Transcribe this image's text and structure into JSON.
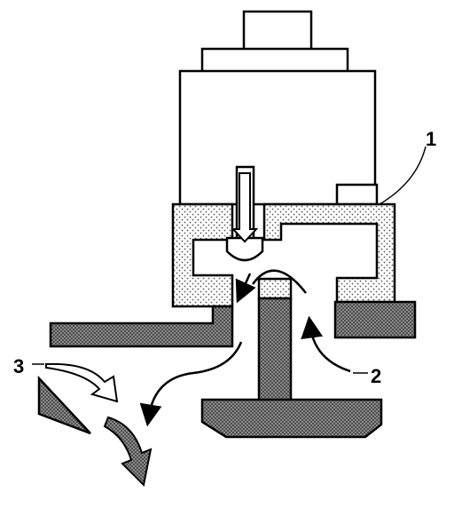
{
  "colors": {
    "ink": "#000000",
    "paper": "#ffffff",
    "light_stipple": "#d8d8d8",
    "dark_stipple": "#707070"
  },
  "callouts": [
    {
      "id": "1",
      "label": "1"
    },
    {
      "id": "2",
      "label": "2"
    },
    {
      "id": "3",
      "label": "3"
    }
  ]
}
